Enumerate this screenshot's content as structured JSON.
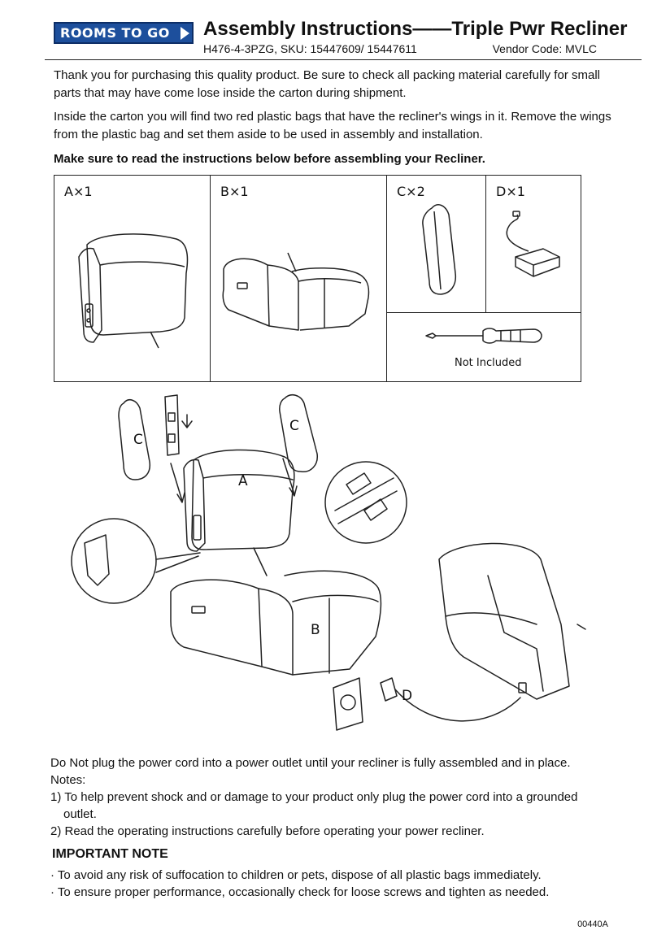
{
  "header": {
    "logo_text": "ROOMS TO GO",
    "title": "Assembly Instructions——Triple Pwr Recliner",
    "model_line": "H476-4-3PZG, SKU: 15447609/ 15447611",
    "vendor_code": "Vendor Code: MVLC"
  },
  "intro": {
    "p1": "Thank you for purchasing this quality product. Be sure to check all packing material carefully for small parts that may have come lose inside the carton during shipment.",
    "p2": "Inside the carton you will find two red plastic bags that have the recliner's wings in it. Remove the wings from the plastic bag and set them aside to be used in assembly and installation.",
    "p3": "Make sure to read the instructions below before assembling your Recliner."
  },
  "parts": [
    {
      "label": "A×1",
      "name": "backrest"
    },
    {
      "label": "B×1",
      "name": "seat-base"
    },
    {
      "label": "C×2",
      "name": "wing"
    },
    {
      "label": "D×1",
      "name": "power-adapter"
    }
  ],
  "tool_note": "Not Included",
  "diagram_labels": {
    "a": "A",
    "b": "B",
    "c1": "C",
    "c2": "C",
    "d": "D"
  },
  "notes": {
    "line1": "Do Not plug the power cord into a power outlet until your recliner is fully assembled and in place.",
    "heading": "Notes:",
    "n1a": "1) To help prevent shock and or damage to your product only plug the power cord into a grounded",
    "n1b": "outlet.",
    "n2": "2) Read the operating instructions carefully before operating your power recliner."
  },
  "important": {
    "heading": "IMPORTANT NOTE",
    "b1": "·  To avoid any risk of suffocation to children or pets, dispose of all plastic bags immediately.",
    "b2": "·  To ensure proper performance, occasionally check for loose screws and tighten as needed."
  },
  "doc_code": "00440A",
  "colors": {
    "logo_blue": "#1d4f9c",
    "ink": "#111111"
  }
}
